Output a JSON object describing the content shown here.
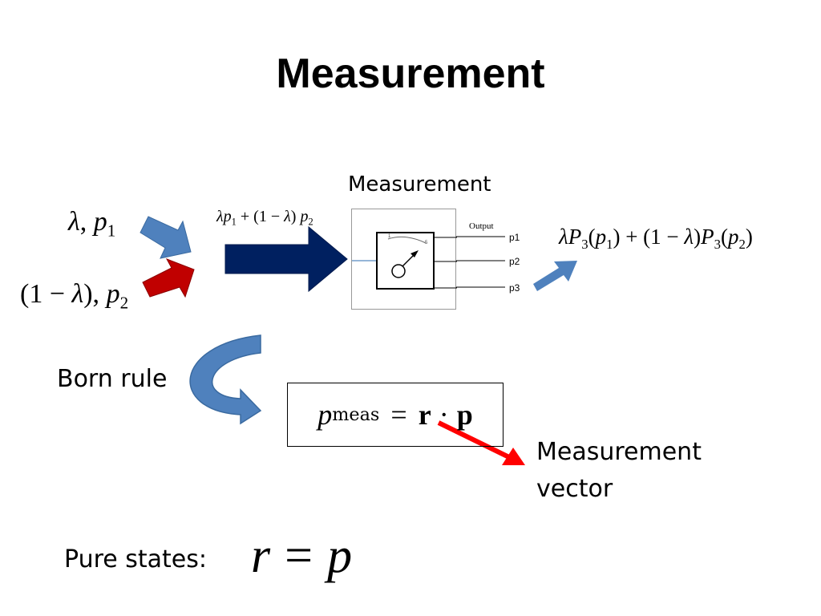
{
  "slide": {
    "title": "Measurement",
    "device_label": "Measurement",
    "output_label": "Output",
    "output_ports": [
      "p1",
      "p2",
      "p3"
    ],
    "meter_scale": [
      "1",
      "5"
    ],
    "born_rule": "Born rule",
    "formula": {
      "lhs": "p",
      "lhs_sub": "meas",
      "equals": "=",
      "r": "r",
      "dot": "·",
      "p": "p"
    },
    "measurement_vector_line1": "Measurement",
    "measurement_vector_line2": "vector",
    "pure_states_label": "Pure states:",
    "pure_eq": {
      "r": "r",
      "eq": "=",
      "p": "p"
    }
  },
  "math": {
    "input1": {
      "lambda": "λ",
      "comma": ", ",
      "p": "p",
      "sub": "1"
    },
    "input2": {
      "pre": "(1 − ",
      "lambda": "λ",
      "mid": "), ",
      "p": "p",
      "sub": "2"
    },
    "combined": {
      "lambda": "λ",
      "p1": "p",
      "s1": "1",
      "plus": " + (1 − ",
      "lambda2": "λ",
      "close": ") ",
      "p2": "p",
      "s2": "2"
    },
    "output": {
      "lambda": "λ",
      "P": "P",
      "s3": "3",
      "open": "(",
      "p1": "p",
      "s1": "1",
      "close1": ") + (1 − ",
      "lambda2": "λ",
      "close2": ")",
      "P2": "P",
      "s3b": "3",
      "open2": "(",
      "p2": "p",
      "s2": "2",
      "close3": ")"
    }
  },
  "colors": {
    "blue_arrow": "#4f81bd",
    "red_arrow": "#c00000",
    "navy_arrow": "#002060",
    "red_pointer": "#ff0000"
  }
}
